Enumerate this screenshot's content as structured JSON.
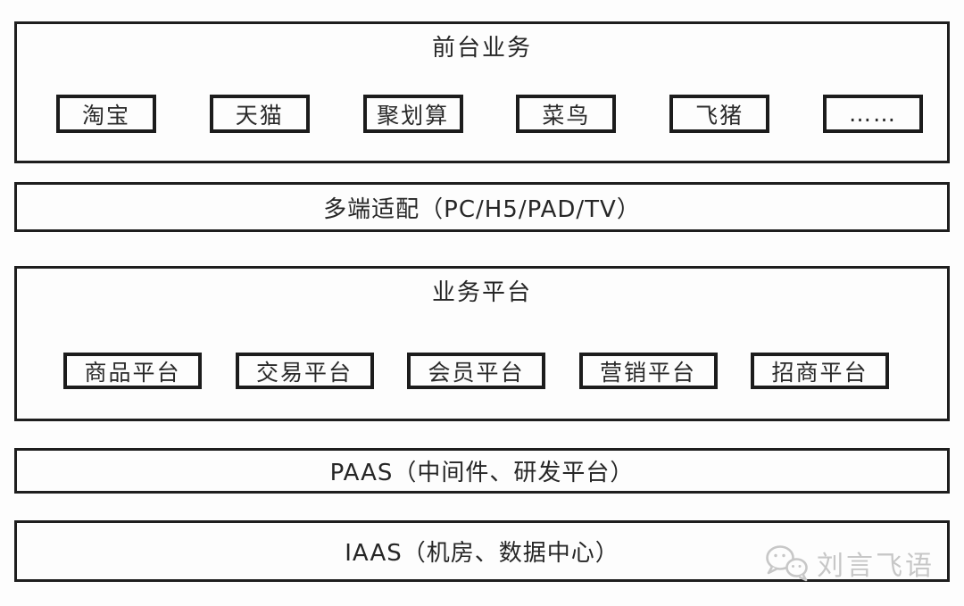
{
  "layers": {
    "frontend": {
      "title": "前台业务",
      "apps": [
        "淘宝",
        "天猫",
        "聚划算",
        "菜鸟",
        "飞猪",
        "……"
      ]
    },
    "adapter": {
      "label": "多端适配（PC/H5/PAD/TV）"
    },
    "business": {
      "title": "业务平台",
      "platforms": [
        "商品平台",
        "交易平台",
        "会员平台",
        "营销平台",
        "招商平台"
      ]
    },
    "paas": {
      "label": "PAAS（中间件、研发平台）"
    },
    "iaas": {
      "label": "IAAS（机房、数据中心）"
    }
  },
  "watermark": {
    "icon": "wechat-chat-bubbles-icon",
    "text": "刘言飞语"
  },
  "colors": {
    "background": "#fdfdfd",
    "border": "#1e1e1e",
    "text": "#262626",
    "watermark": "#c7c7c7"
  }
}
